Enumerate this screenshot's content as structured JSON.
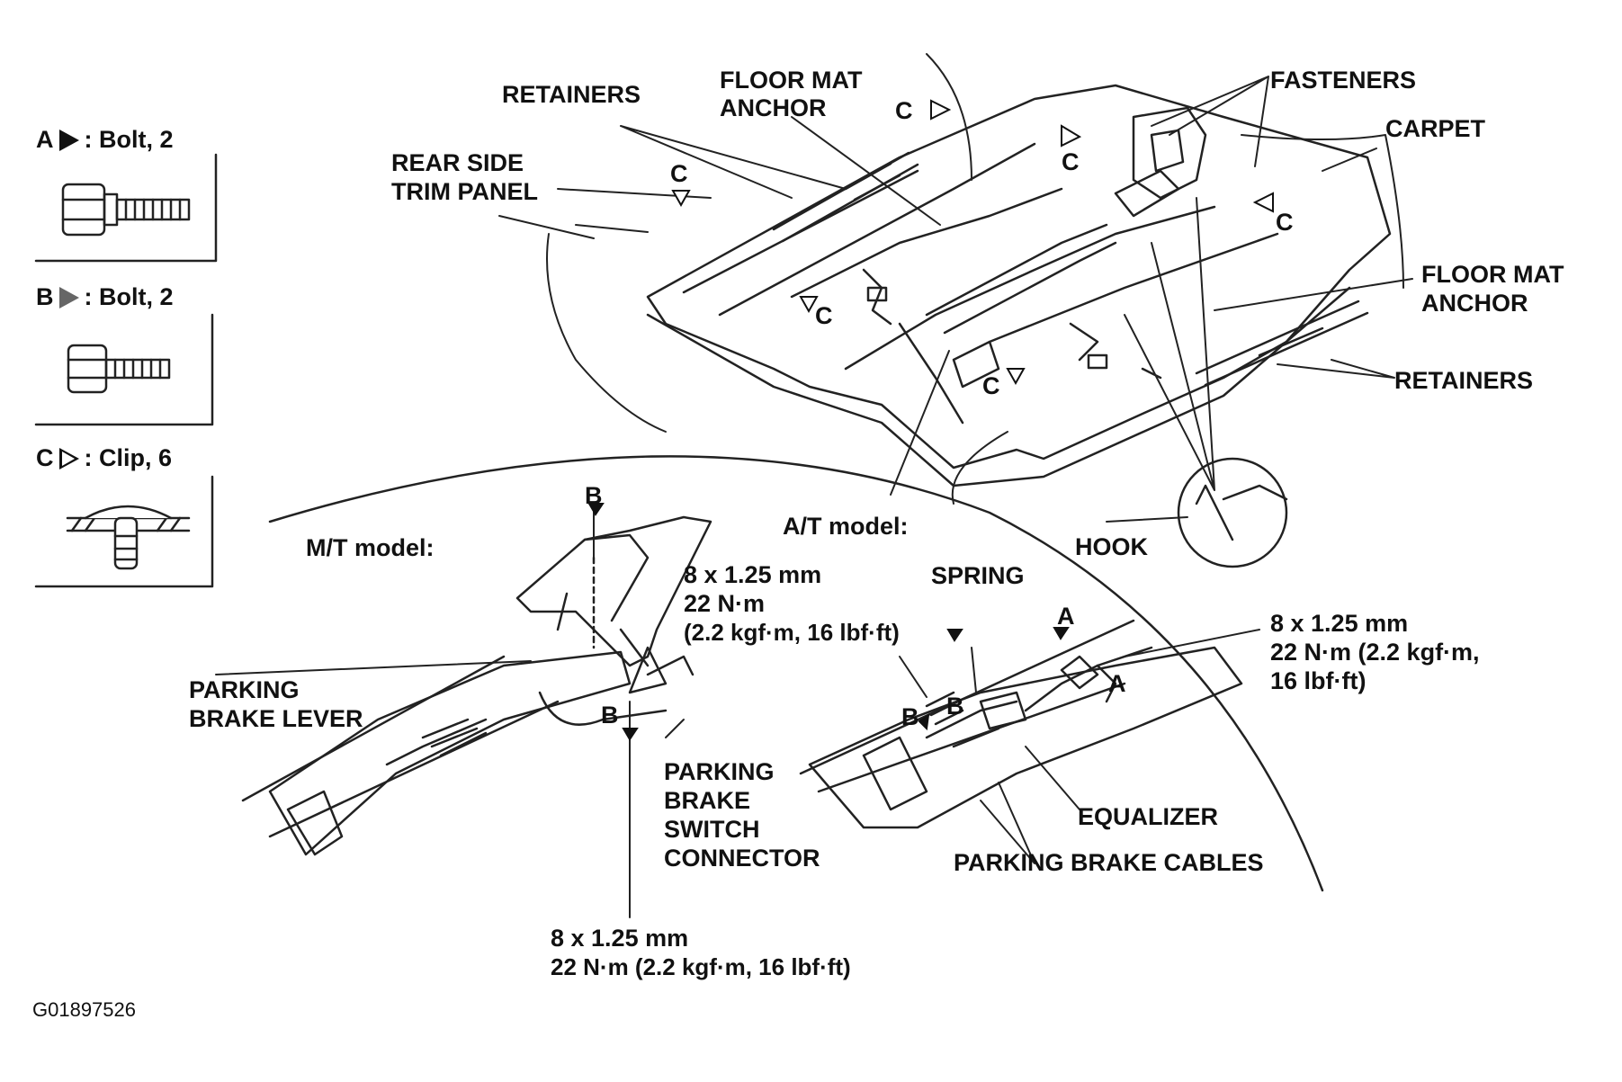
{
  "legend": {
    "a": {
      "letter": "A",
      "text": ": Bolt, 2",
      "icon": "bolt-flange-icon"
    },
    "b": {
      "letter": "B",
      "text": ": Bolt, 2",
      "icon": "bolt-hex-icon"
    },
    "c": {
      "letter": "C",
      "text": ": Clip, 6",
      "icon": "clip-icon"
    }
  },
  "labels": {
    "retainers_top": "RETAINERS",
    "floor_mat_anchor_top": [
      "FLOOR MAT",
      "ANCHOR"
    ],
    "fasteners": "FASTENERS",
    "carpet": "CARPET",
    "rear_side_trim_panel": [
      "REAR SIDE",
      "TRIM PANEL"
    ],
    "floor_mat_anchor_right": [
      "FLOOR MAT",
      "ANCHOR"
    ],
    "retainers_right": "RETAINERS",
    "hook": "HOOK",
    "mt_model": "M/T model:",
    "at_model": "A/T model:",
    "spring": "SPRING",
    "parking_brake_lever": [
      "PARKING",
      "BRAKE LEVER"
    ],
    "parking_brake_switch_connector": [
      "PARKING",
      "BRAKE",
      "SWITCH",
      "CONNECTOR"
    ],
    "equalizer": "EQUALIZER",
    "parking_brake_cables": "PARKING BRAKE CABLES",
    "torque_mt_top": [
      "8 x 1.25 mm",
      "22 N·m",
      "(2.2 kgf·m, 16 lbf·ft)"
    ],
    "torque_at": [
      "8 x 1.25 mm",
      "22 N·m (2.2 kgf·m,",
      "16 lbf·ft)"
    ],
    "torque_bottom": [
      "8 x 1.25 mm",
      "22 N·m (2.2 kgf·m, 16 lbf·ft)"
    ],
    "callout_b": "B",
    "callout_a": "A",
    "callout_c": "C",
    "figure_code": "G01897526"
  }
}
